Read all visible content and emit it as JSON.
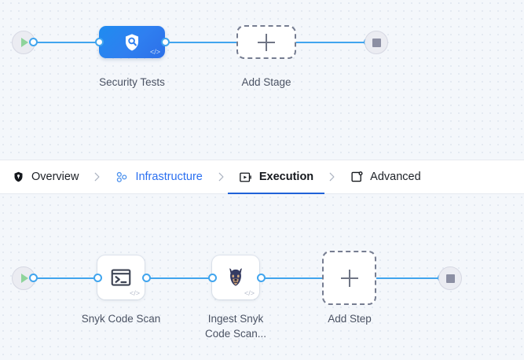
{
  "tabs": [
    {
      "id": "overview",
      "label": "Overview",
      "icon": "shield-icon",
      "state": "normal"
    },
    {
      "id": "infrastructure",
      "label": "Infrastructure",
      "icon": "infrastructure-nodes-icon",
      "state": "accent"
    },
    {
      "id": "execution",
      "label": "Execution",
      "icon": "play-box-icon",
      "state": "active"
    },
    {
      "id": "advanced",
      "label": "Advanced",
      "icon": "card-gear-icon",
      "state": "normal"
    }
  ],
  "stage_canvas": {
    "start_node": {
      "name": "pipeline-start",
      "icon": "play-icon"
    },
    "end_node": {
      "name": "pipeline-end",
      "icon": "stop-icon"
    },
    "stage": {
      "label": "Security Tests",
      "icon": "shield-search-icon",
      "badge": "</>"
    },
    "add_stage": {
      "label": "Add Stage",
      "icon": "plus-icon"
    }
  },
  "step_canvas": {
    "start_node": {
      "name": "execution-start",
      "icon": "play-icon"
    },
    "end_node": {
      "name": "execution-end",
      "icon": "stop-icon"
    },
    "steps": [
      {
        "label": "Snyk Code Scan",
        "icon": "terminal-icon",
        "badge": "</>"
      },
      {
        "label": "Ingest Snyk\nCode Scan...",
        "icon": "snyk-dog-icon",
        "badge": "</>"
      }
    ],
    "add_step": {
      "label": "Add Step",
      "icon": "plus-icon"
    }
  },
  "colors": {
    "edge": "#41a5ee",
    "accent": "#2a6ff0",
    "active_underline": "#1f62d8",
    "stage_blue": "#2f7ff0",
    "canvas_bg": "#f4f7fb",
    "play_green": "#8fd49b",
    "stop_gray": "#8c8fa3",
    "label_text": "#4a5263"
  }
}
